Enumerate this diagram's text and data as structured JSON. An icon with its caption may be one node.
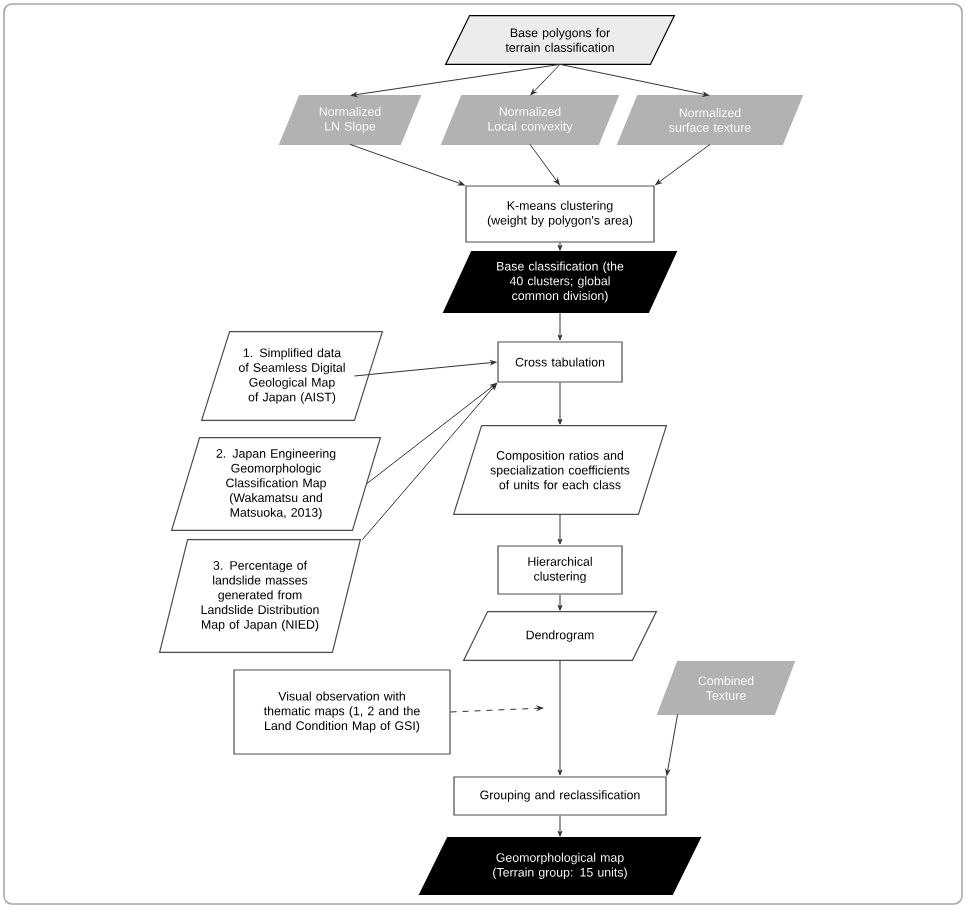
{
  "diagram": {
    "nodes": [
      {
        "text": [
          "Base polygons for terrain classification"
        ]
      },
      {
        "text": [
          "Normalized LN Slope"
        ]
      },
      {
        "text": [
          "Normalized Local convexity"
        ]
      },
      {
        "text": [
          "Normalized surface texture"
        ]
      },
      {
        "text": [
          "K-means clustering (weight by polygon's area)"
        ]
      },
      {
        "text": [
          "Base classification (the 40 clusters; global common division)"
        ]
      },
      {
        "text": [
          "1. Simplified data of Seamless Digital Geological Map of Japan (AIST)"
        ]
      },
      {
        "text": [
          "Cross tabulation"
        ]
      },
      {
        "text": [
          "2. Japan Engineering Geomorphologic Classification Map (Wakamatsu and Matsuoka, 2013)"
        ]
      },
      {
        "text": [
          "Composition ratios and specialization coefficients of units for each class"
        ]
      },
      {
        "text": [
          "3. Percentage of landslide masses generated from Landslide Distribution Map of Japan (NIED)"
        ]
      },
      {
        "text": [
          "Hierarchical clustering"
        ]
      },
      {
        "text": [
          "Dendrogram"
        ]
      },
      {
        "text": [
          "Combined Texture"
        ]
      },
      {
        "text": [
          "Visual observation with thematic maps  (1, 2 and the Land Condition Map of GSI)"
        ]
      },
      {
        "text": [
          "Grouping and reclassification"
        ]
      },
      {
        "text": [
          "Geomorphological map (Terrain group: 15 units)"
        ]
      }
    ],
    "edges": [
      {
        "from": 0,
        "to": 1,
        "arrow": "to"
      },
      {
        "from": 0,
        "to": 2,
        "arrow": "to"
      },
      {
        "from": 0,
        "to": 3,
        "arrow": "to"
      },
      {
        "from": 1,
        "to": 4,
        "arrow": "to"
      },
      {
        "from": 2,
        "to": 4,
        "arrow": "to"
      },
      {
        "from": 3,
        "to": 4,
        "arrow": "to"
      },
      {
        "from": 4,
        "to": 5,
        "arrow": "to"
      },
      {
        "from": 5,
        "to": 7,
        "arrow": "to"
      },
      {
        "from": 6,
        "to": 7,
        "arrow": "to"
      },
      {
        "from": 8,
        "to": 7,
        "arrow": "to"
      },
      {
        "from": 10,
        "to": 7,
        "arrow": "to"
      },
      {
        "from": 7,
        "to": 9,
        "arrow": "to"
      },
      {
        "from": 9,
        "to": 11,
        "arrow": "to"
      },
      {
        "from": 11,
        "to": 12,
        "arrow": "to"
      },
      {
        "from": 12,
        "to": 15,
        "arrow": "to"
      },
      {
        "from": 14,
        "to": null,
        "arrow": "to",
        "style": "dashed"
      },
      {
        "from": 13,
        "to": 15,
        "arrow": "to"
      },
      {
        "from": 15,
        "to": 16,
        "arrow": "to"
      }
    ]
  }
}
